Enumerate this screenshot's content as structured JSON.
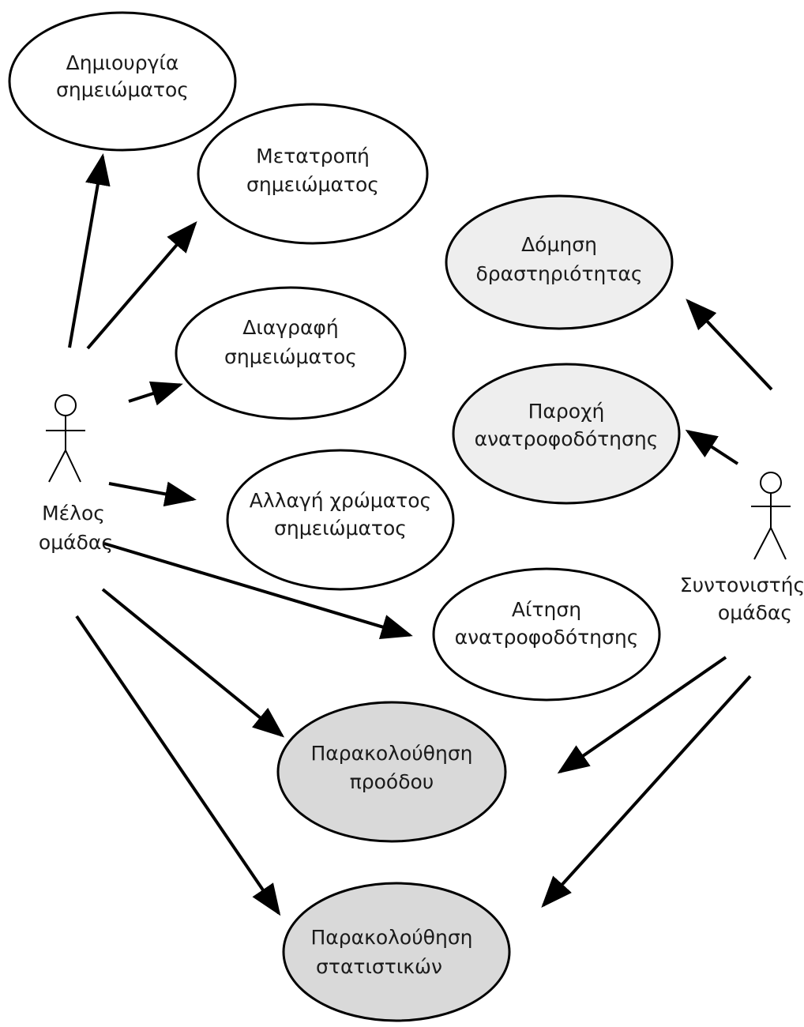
{
  "use_cases": [
    {
      "id": "create-note",
      "lines": [
        "Δημιουργία",
        "σημειώματος"
      ],
      "fill": "#ffffff"
    },
    {
      "id": "modify-note",
      "lines": [
        "Μετατροπή",
        "σημειώματος"
      ],
      "fill": "#ffffff"
    },
    {
      "id": "delete-note",
      "lines": [
        "Διαγραφή",
        "σημειώματος"
      ],
      "fill": "#ffffff"
    },
    {
      "id": "change-note-color",
      "lines": [
        "Αλλαγή χρώματος",
        "σημειώματος"
      ],
      "fill": "#ffffff"
    },
    {
      "id": "request-feedback",
      "lines": [
        "Αίτηση",
        "ανατροφοδότησης"
      ],
      "fill": "#ffffff"
    },
    {
      "id": "structure-activity",
      "lines": [
        "Δόμηση",
        "δραστηριότητας"
      ],
      "fill": "#eeeeee"
    },
    {
      "id": "provide-feedback",
      "lines": [
        "Παροχή",
        "ανατροφοδότησης"
      ],
      "fill": "#eeeeee"
    },
    {
      "id": "monitor-progress",
      "lines": [
        "Παρακολούθηση",
        "προόδου"
      ],
      "fill": "#d9d9d9"
    },
    {
      "id": "monitor-statistics",
      "lines": [
        "Παρακολούθηση",
        "στατιστικών"
      ],
      "fill": "#d9d9d9"
    }
  ],
  "actors": [
    {
      "id": "team-member",
      "lines": [
        "Μέλος",
        "ομάδας"
      ]
    },
    {
      "id": "team-coordinator",
      "lines": [
        "Συντονιστής",
        "ομάδας"
      ]
    }
  ]
}
